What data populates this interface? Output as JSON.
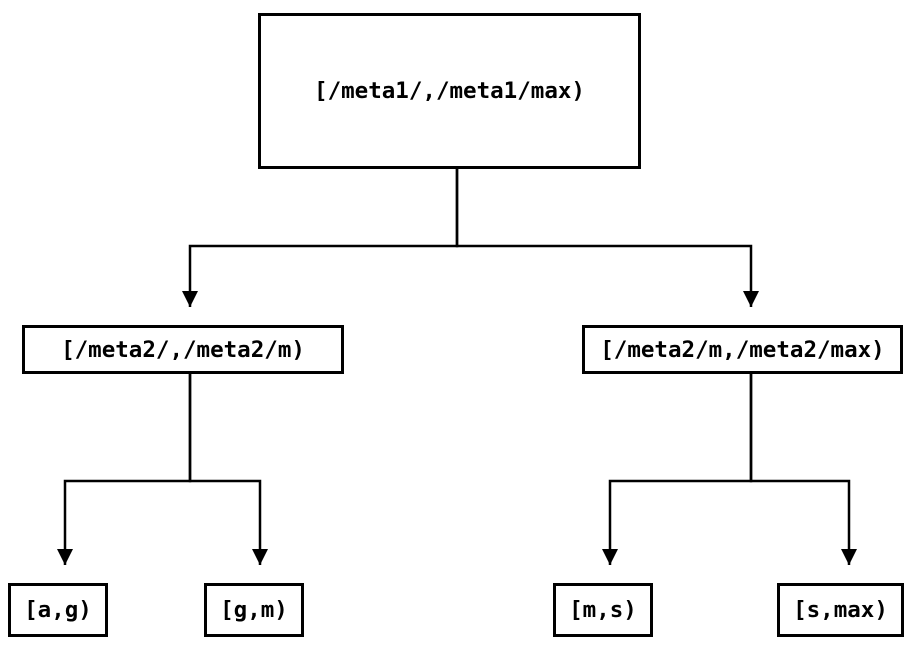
{
  "diagram": {
    "type": "tree",
    "background_color": "#ffffff",
    "stroke_color": "#000000",
    "nodes": [
      {
        "id": "root",
        "label": "[/meta1/,/meta1/max)"
      },
      {
        "id": "range-left",
        "label": "[/meta2/,/meta2/m)"
      },
      {
        "id": "range-right",
        "label": "[/meta2/m,/meta2/max)"
      },
      {
        "id": "leaf-a-g",
        "label": "[a,g)"
      },
      {
        "id": "leaf-g-m",
        "label": "[g,m)"
      },
      {
        "id": "leaf-m-s",
        "label": "[m,s)"
      },
      {
        "id": "leaf-s-max",
        "label": "[s,max)"
      }
    ],
    "edges": [
      {
        "from": "root",
        "to": "range-left"
      },
      {
        "from": "root",
        "to": "range-right"
      },
      {
        "from": "range-left",
        "to": "leaf-a-g"
      },
      {
        "from": "range-left",
        "to": "leaf-g-m"
      },
      {
        "from": "range-right",
        "to": "leaf-m-s"
      },
      {
        "from": "range-right",
        "to": "leaf-s-max"
      }
    ]
  }
}
